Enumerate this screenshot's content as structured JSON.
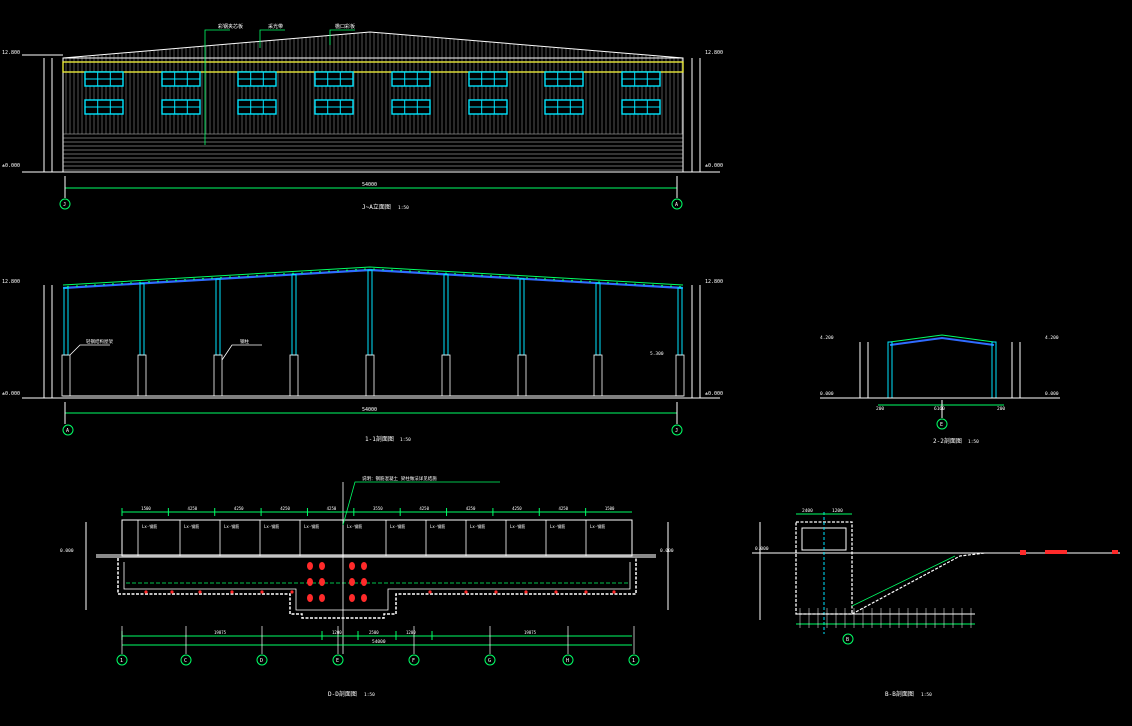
{
  "colors": {
    "background": "#000000",
    "line": "#ffffff",
    "window": "#00e5ff",
    "roof": "#2f6bff",
    "roof_edge": "#00ff66",
    "band": "#e8e83a",
    "dim": "#00ff66",
    "marker": "#ff2a2a",
    "ground": "#8a8a8a"
  },
  "drawings": {
    "elevation": {
      "title": "J~A立面图",
      "scale": "1:50",
      "left_axis": "J",
      "right_axis": "A",
      "total_dim": "54000",
      "levels": [
        "12.800",
        "±0.000"
      ],
      "callouts": [
        "彩钢夹芯板",
        "采光带",
        "檐口彩板"
      ]
    },
    "section_1": {
      "title": "1-1剖面图",
      "scale": "1:50",
      "left_axis": "A",
      "right_axis": "J",
      "total_dim": "54000",
      "levels": [
        "12.800",
        "±0.000"
      ],
      "callouts": [
        "轻钢结构屋架",
        "钢柱",
        "5.300"
      ]
    },
    "section_2": {
      "title": "2-2剖面图",
      "scale": "1:50",
      "axis": "E",
      "levels": [
        "4.200",
        "0.000"
      ],
      "dims": [
        "200",
        "6160",
        "200"
      ]
    },
    "section_d": {
      "title": "D-D剖面图",
      "scale": "1:50",
      "axes": [
        "1",
        "C",
        "D",
        "E",
        "F",
        "G",
        "H",
        "1"
      ],
      "total_dim": "54000",
      "segment_dims": [
        "1500",
        "4250",
        "4250",
        "4250",
        "4250",
        "3550",
        "4250",
        "4250",
        "4250",
        "4250",
        "1500"
      ],
      "bottom_dims": [
        "19875",
        "1200",
        "2500",
        "1200",
        "19875"
      ],
      "room_label": "Lx-钢筋",
      "level": "0.000",
      "note": "说明：钢筋混凝土 梁柱做法详见结施"
    },
    "section_b": {
      "title": "B-B剖面图",
      "scale": "1:50",
      "axis": "B",
      "level": "0.000",
      "top_dims": [
        "2400",
        "1200"
      ]
    }
  }
}
